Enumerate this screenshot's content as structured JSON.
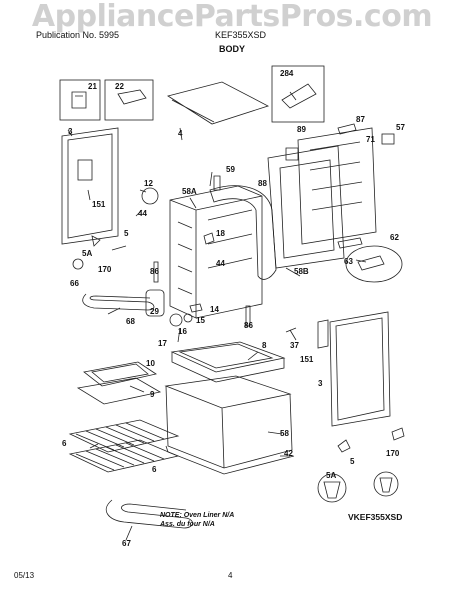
{
  "watermark": "AppliancePartsPros.com",
  "header": {
    "left": "Publication No. 5995",
    "right": "KEF355XSD"
  },
  "title": "BODY",
  "note": {
    "line1": "NOTE: Oven Liner N/A",
    "line2": "Ass. du four N/A"
  },
  "model_code": "VKEF355XSD",
  "footer": {
    "date": "05/13",
    "page": "4"
  },
  "part_labels": [
    "21",
    "22",
    "284",
    "3",
    "4",
    "87",
    "89",
    "71",
    "57",
    "151",
    "12",
    "59",
    "88",
    "44",
    "58A",
    "18",
    "5",
    "5A",
    "170",
    "86",
    "44",
    "58B",
    "63",
    "62",
    "66",
    "29",
    "14",
    "15",
    "68",
    "16",
    "17",
    "86",
    "8",
    "37",
    "151",
    "10",
    "3",
    "9",
    "58",
    "6",
    "42",
    "6",
    "5",
    "5A",
    "170",
    "67"
  ]
}
